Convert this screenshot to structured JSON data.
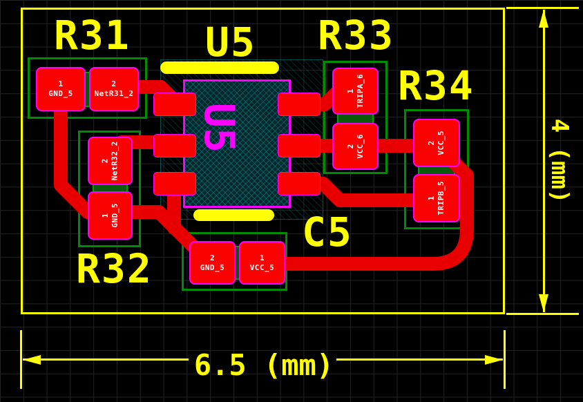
{
  "palette": {
    "background": "#000000",
    "grid": "#232323",
    "board_outline": "#FFFF00",
    "trace": "#E80000",
    "pad_fill": "#FB0202",
    "pad_outline": "#FF00FF",
    "pad_text": "#FFFFFF",
    "courtyard": "#008C00",
    "body_fill": "#0A5A0A",
    "body_edge": "#00A000",
    "silkscreen": "#FF00FF",
    "ic_fill": "#06282C",
    "label": "#FFFF00",
    "region": "#00A0A0"
  },
  "dimensions": {
    "horizontal": "6.5 (mm)",
    "vertical": "4 (mm)"
  },
  "components": {
    "r31": {
      "designator": "R31",
      "pads": [
        {
          "num": "1",
          "net": "GND_5"
        },
        {
          "num": "2",
          "net": "NetR31_2"
        }
      ]
    },
    "r32": {
      "designator": "R32",
      "pads": [
        {
          "num": "2",
          "net": "NetR32_2"
        },
        {
          "num": "1",
          "net": "GND_5"
        }
      ]
    },
    "r33": {
      "designator": "R33",
      "pads": [
        {
          "num": "1",
          "net": "TRIPA_6"
        },
        {
          "num": "2",
          "net": "VCC_6"
        }
      ]
    },
    "r34": {
      "designator": "R34",
      "pads": [
        {
          "num": "2",
          "net": "VCC_5"
        },
        {
          "num": "1",
          "net": "TRIPB_5"
        }
      ]
    },
    "c5": {
      "designator": "C5",
      "pads": [
        {
          "num": "2",
          "net": "GND_5"
        },
        {
          "num": "1",
          "net": "VCC_5"
        }
      ]
    },
    "u5": {
      "designator": "U5",
      "silk": "U5"
    }
  }
}
